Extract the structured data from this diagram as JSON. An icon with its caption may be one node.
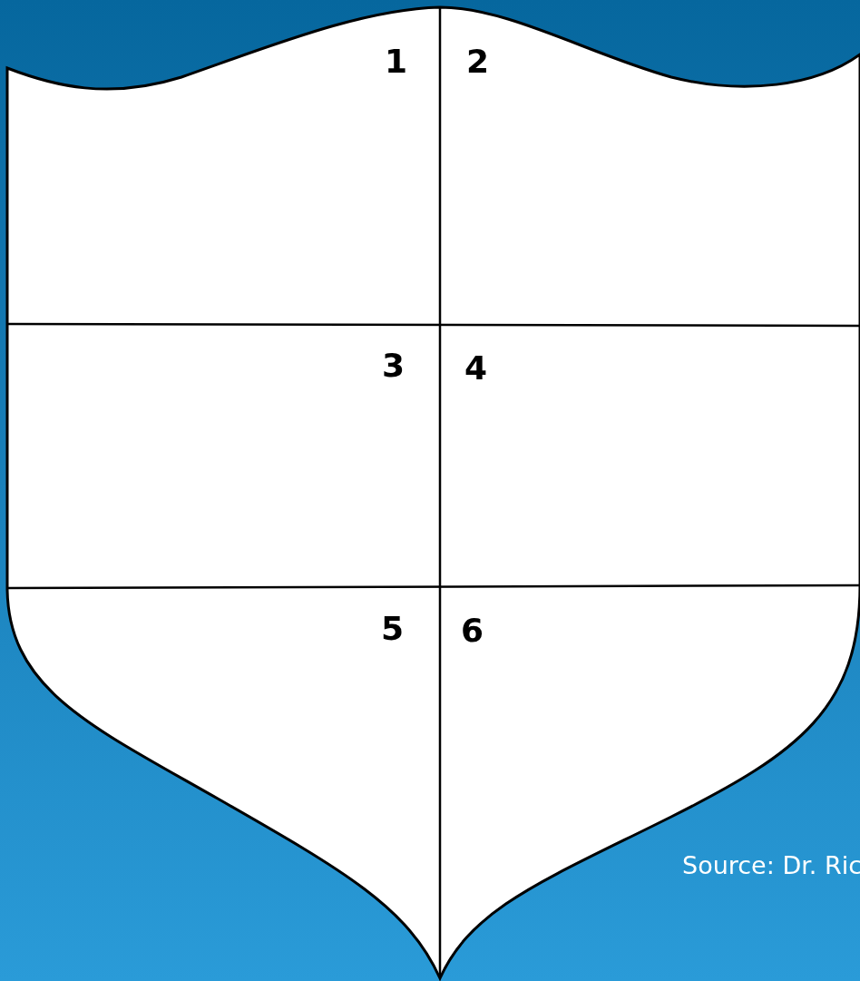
{
  "diagram": {
    "labels": [
      "1",
      "2",
      "3",
      "4",
      "5",
      "6",
      "Source: Dr. Ric"
    ]
  }
}
